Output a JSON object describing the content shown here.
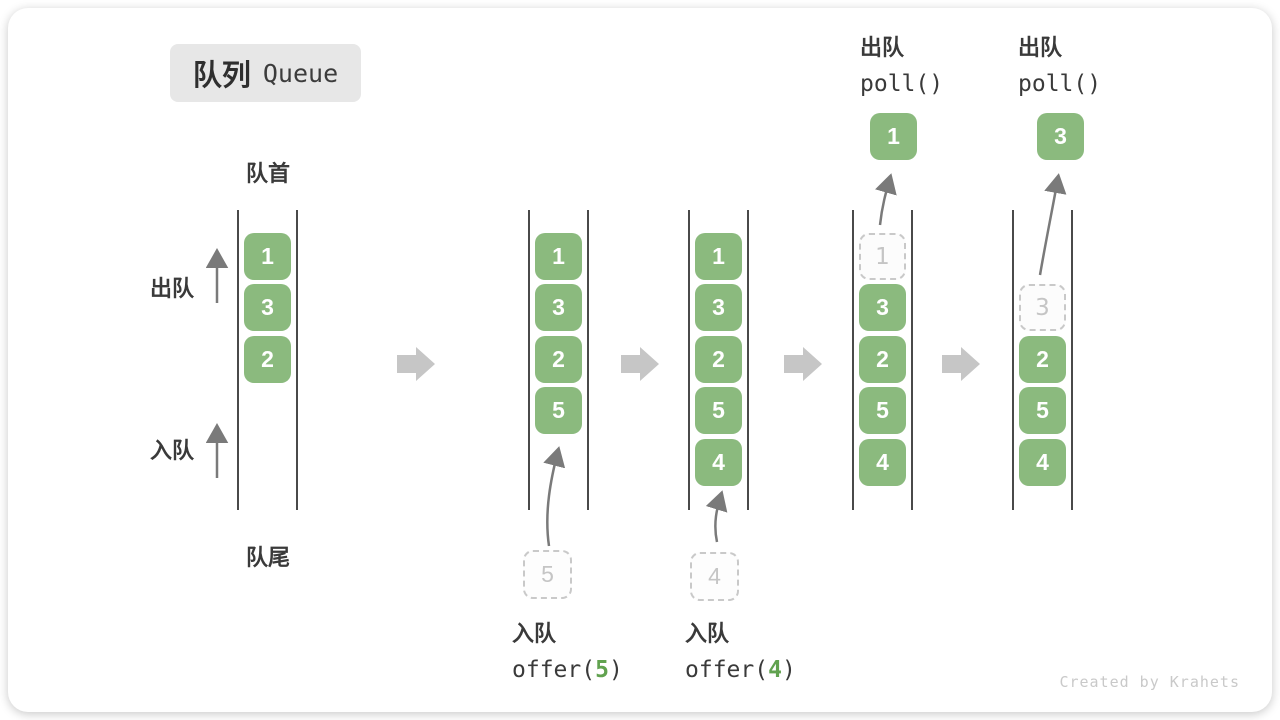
{
  "title": {
    "zh": "队列",
    "en": "Queue"
  },
  "labels": {
    "front": "队首",
    "rear": "队尾",
    "dequeue": "出队",
    "enqueue": "入队"
  },
  "columns": [
    {
      "slots": [
        {
          "value": "1",
          "style": "solid"
        },
        {
          "value": "3",
          "style": "solid"
        },
        {
          "value": "2",
          "style": "solid"
        }
      ]
    },
    {
      "slots": [
        {
          "value": "1",
          "style": "solid"
        },
        {
          "value": "3",
          "style": "solid"
        },
        {
          "value": "2",
          "style": "solid"
        },
        {
          "value": "5",
          "style": "solid"
        }
      ]
    },
    {
      "slots": [
        {
          "value": "1",
          "style": "solid"
        },
        {
          "value": "3",
          "style": "solid"
        },
        {
          "value": "2",
          "style": "solid"
        },
        {
          "value": "5",
          "style": "solid"
        },
        {
          "value": "4",
          "style": "solid"
        }
      ]
    },
    {
      "slots": [
        {
          "value": "1",
          "style": "dashed"
        },
        {
          "value": "3",
          "style": "solid"
        },
        {
          "value": "2",
          "style": "solid"
        },
        {
          "value": "5",
          "style": "solid"
        },
        {
          "value": "4",
          "style": "solid"
        }
      ]
    },
    {
      "slots": [
        {
          "value": "",
          "style": "empty"
        },
        {
          "value": "3",
          "style": "dashed"
        },
        {
          "value": "2",
          "style": "solid"
        },
        {
          "value": "5",
          "style": "solid"
        },
        {
          "value": "4",
          "style": "solid"
        }
      ]
    }
  ],
  "operations": {
    "enqueue_5": {
      "label": "入队",
      "code_pre": "offer(",
      "arg": "5",
      "code_post": ")",
      "source_value": "5"
    },
    "enqueue_4": {
      "label": "入队",
      "code_pre": "offer(",
      "arg": "4",
      "code_post": ")",
      "source_value": "4"
    },
    "dequeue_1": {
      "label": "出队",
      "code": "poll()",
      "result_value": "1"
    },
    "dequeue_3": {
      "label": "出队",
      "code": "poll()",
      "result_value": "3"
    }
  },
  "credit": "Created by Krahets",
  "colors": {
    "box_green": "#8bba7e",
    "arg_green": "#61a24f",
    "block_arrow_gray": "#c6c6c6",
    "thin_arrow_gray": "#7a7a7a",
    "dashed_gray": "#c9c9c9",
    "line_dark": "#4a4a4a"
  }
}
